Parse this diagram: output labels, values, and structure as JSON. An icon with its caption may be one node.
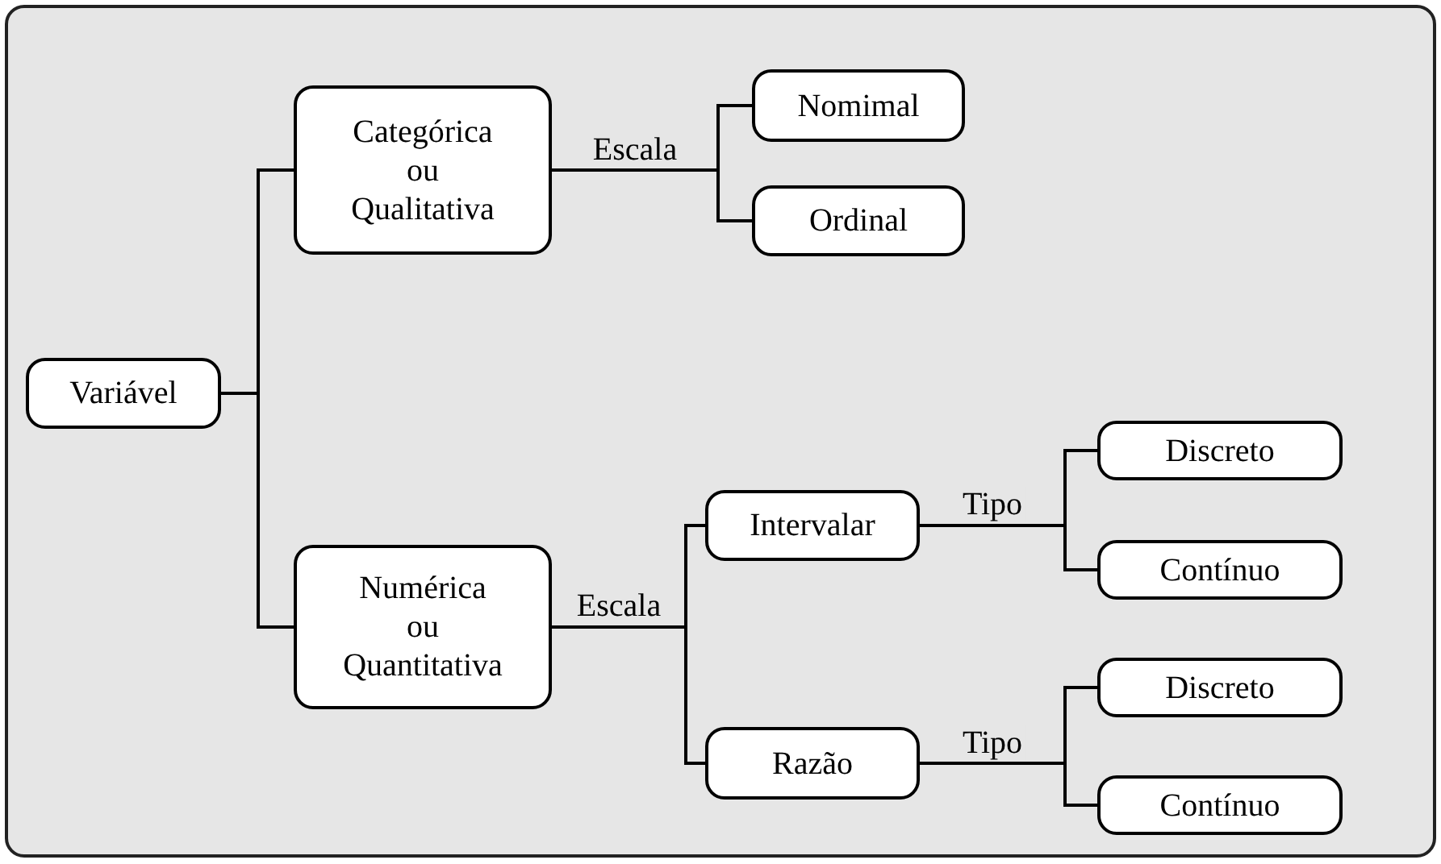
{
  "diagram": {
    "nodes": [
      {
        "text": [
          "Variável"
        ]
      },
      {
        "text": [
          "Categórica ou Qualitativa"
        ]
      },
      {
        "text": [
          "Nomimal"
        ]
      },
      {
        "text": [
          "Ordinal"
        ]
      },
      {
        "text": [
          "Numérica ou Quantitativa"
        ]
      },
      {
        "text": [
          "Intervalar"
        ]
      },
      {
        "text": [
          "Discreto"
        ]
      },
      {
        "text": [
          "Contínuo"
        ]
      },
      {
        "text": [
          "Razão"
        ]
      },
      {
        "text": [
          "Discreto"
        ]
      },
      {
        "text": [
          "Contínuo"
        ]
      }
    ],
    "edges": [
      {
        "from": 0,
        "to": 1,
        "arrow": "none"
      },
      {
        "from": 0,
        "to": 4,
        "arrow": "none"
      },
      {
        "from": 1,
        "to": 2,
        "arrow": "none",
        "label": "Escala"
      },
      {
        "from": 1,
        "to": 3,
        "arrow": "none"
      },
      {
        "from": 4,
        "to": 5,
        "arrow": "none",
        "label": "Escala"
      },
      {
        "from": 4,
        "to": 8,
        "arrow": "none"
      },
      {
        "from": 5,
        "to": 6,
        "arrow": "none",
        "label": "Tipo"
      },
      {
        "from": 5,
        "to": 7,
        "arrow": "none"
      },
      {
        "from": 8,
        "to": 9,
        "arrow": "none",
        "label": "Tipo"
      },
      {
        "from": 8,
        "to": 10,
        "arrow": "none"
      }
    ]
  }
}
